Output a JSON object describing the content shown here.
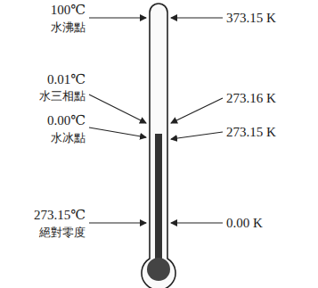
{
  "diagram": {
    "labels": [
      "100℃",
      "水沸點",
      "373.15 K",
      "0.01℃",
      "水三相點",
      "273.16 K",
      "0.00℃",
      "水冰點",
      "273.15 K",
      "273.15℃",
      "絕對零度",
      "0.00 K"
    ]
  }
}
